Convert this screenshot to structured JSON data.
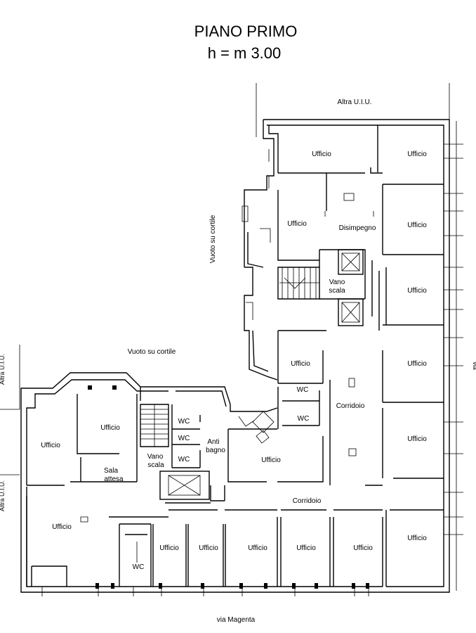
{
  "title": {
    "line1": "PIANO PRIMO",
    "line2": "h = m 3.00"
  },
  "context_labels": {
    "top": "Altra U.I.U.",
    "courtyard_vertical": "Vuoto su cortile",
    "courtyard_horizontal": "Vuoto su cortile",
    "street": "via Magenta",
    "left_edge_top": "Altra U.I.U.",
    "left_edge_bottom": "Altra U.I.U.",
    "right_edge": "via"
  },
  "rooms": {
    "ufficio_top_center": "Ufficio",
    "ufficio_top_right": "Ufficio",
    "ufficio_mid_left": "Ufficio",
    "disimpegno": "Disimpegno",
    "ufficio_right_2": "Ufficio",
    "vano_scala_main_1": "Vano",
    "vano_scala_main_2": "scala",
    "ufficio_right_3": "Ufficio",
    "ufficio_center_small": "Ufficio",
    "ufficio_right_4": "Ufficio",
    "wc_center_1": "WC",
    "corridoio_center": "Corridoio",
    "wc_center_2": "WC",
    "ufficio_right_5": "Ufficio",
    "ufficio_center_large": "Ufficio",
    "corridoio_bottom": "Corridoio",
    "ufficio_bottom_right": "Ufficio",
    "ufficio_w_1": "Ufficio",
    "ufficio_w_2": "Ufficio",
    "wc_w_1": "WC",
    "wc_w_2": "WC",
    "antibagno_1": "Anti",
    "antibagno_2": "bagno",
    "wc_w_3": "WC",
    "sala_attesa_1": "Sala",
    "sala_attesa_2": "attesa",
    "vano_scala_w_1": "Vano",
    "vano_scala_w_2": "scala",
    "ufficio_w_3": "Ufficio",
    "wc_w_4": "WC",
    "ufficio_b_1": "Ufficio",
    "ufficio_b_2": "Ufficio",
    "ufficio_b_3": "Ufficio",
    "ufficio_b_4": "Ufficio",
    "ufficio_b_5": "Ufficio"
  },
  "colors": {
    "line": "#000000",
    "background": "#ffffff"
  }
}
